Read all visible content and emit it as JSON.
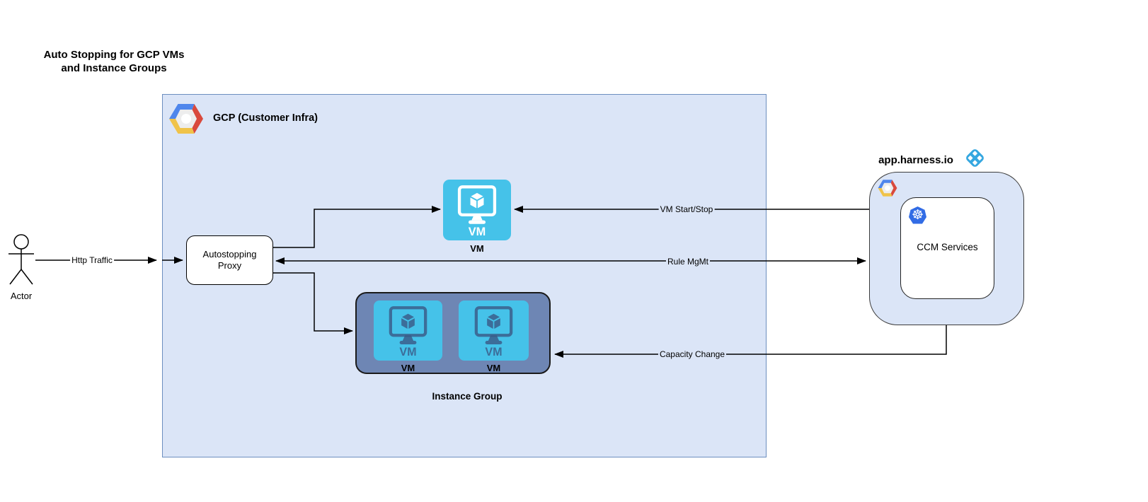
{
  "title": {
    "line1": "Auto Stopping for GCP VMs",
    "line2": "and Instance Groups"
  },
  "actor": {
    "label": "Actor"
  },
  "gcp_container": {
    "label": "GCP (Customer Infra)"
  },
  "proxy": {
    "label_line1": "Autostopping",
    "label_line2": "Proxy"
  },
  "vm": {
    "icon_text": "VM",
    "label": "VM"
  },
  "instance_group": {
    "label": "Instance Group",
    "vms": [
      {
        "icon_text": "VM",
        "label": "VM"
      },
      {
        "icon_text": "VM",
        "label": "VM"
      }
    ]
  },
  "harness": {
    "domain": "app.harness.io",
    "ccm_label": "CCM Services"
  },
  "edges": {
    "http_traffic": "Http Traffic",
    "vm_start_stop": "VM Start/Stop",
    "rule_mgmt": "Rule MgMt",
    "capacity_change": "Capacity Change"
  },
  "icons": {
    "gcp_logo": "gcp-hexagon-logo",
    "harness_logo": "harness-logo",
    "kubernetes_icon": "kubernetes-helm-wheel",
    "kubernetes_glyph": "☸",
    "vm_icon": "monitor-with-cube"
  },
  "colors": {
    "container_fill": "#dbe5f7",
    "container_border": "#6c8ebf",
    "vm_blue": "#45c2e9",
    "instance_group_fill": "#6e86b4",
    "kubernetes_blue": "#326ce5",
    "harness_blue": "#35a7e0",
    "gcp_blue": "#4f86ec",
    "gcp_red": "#d9493c",
    "gcp_yellow": "#f0c349"
  }
}
